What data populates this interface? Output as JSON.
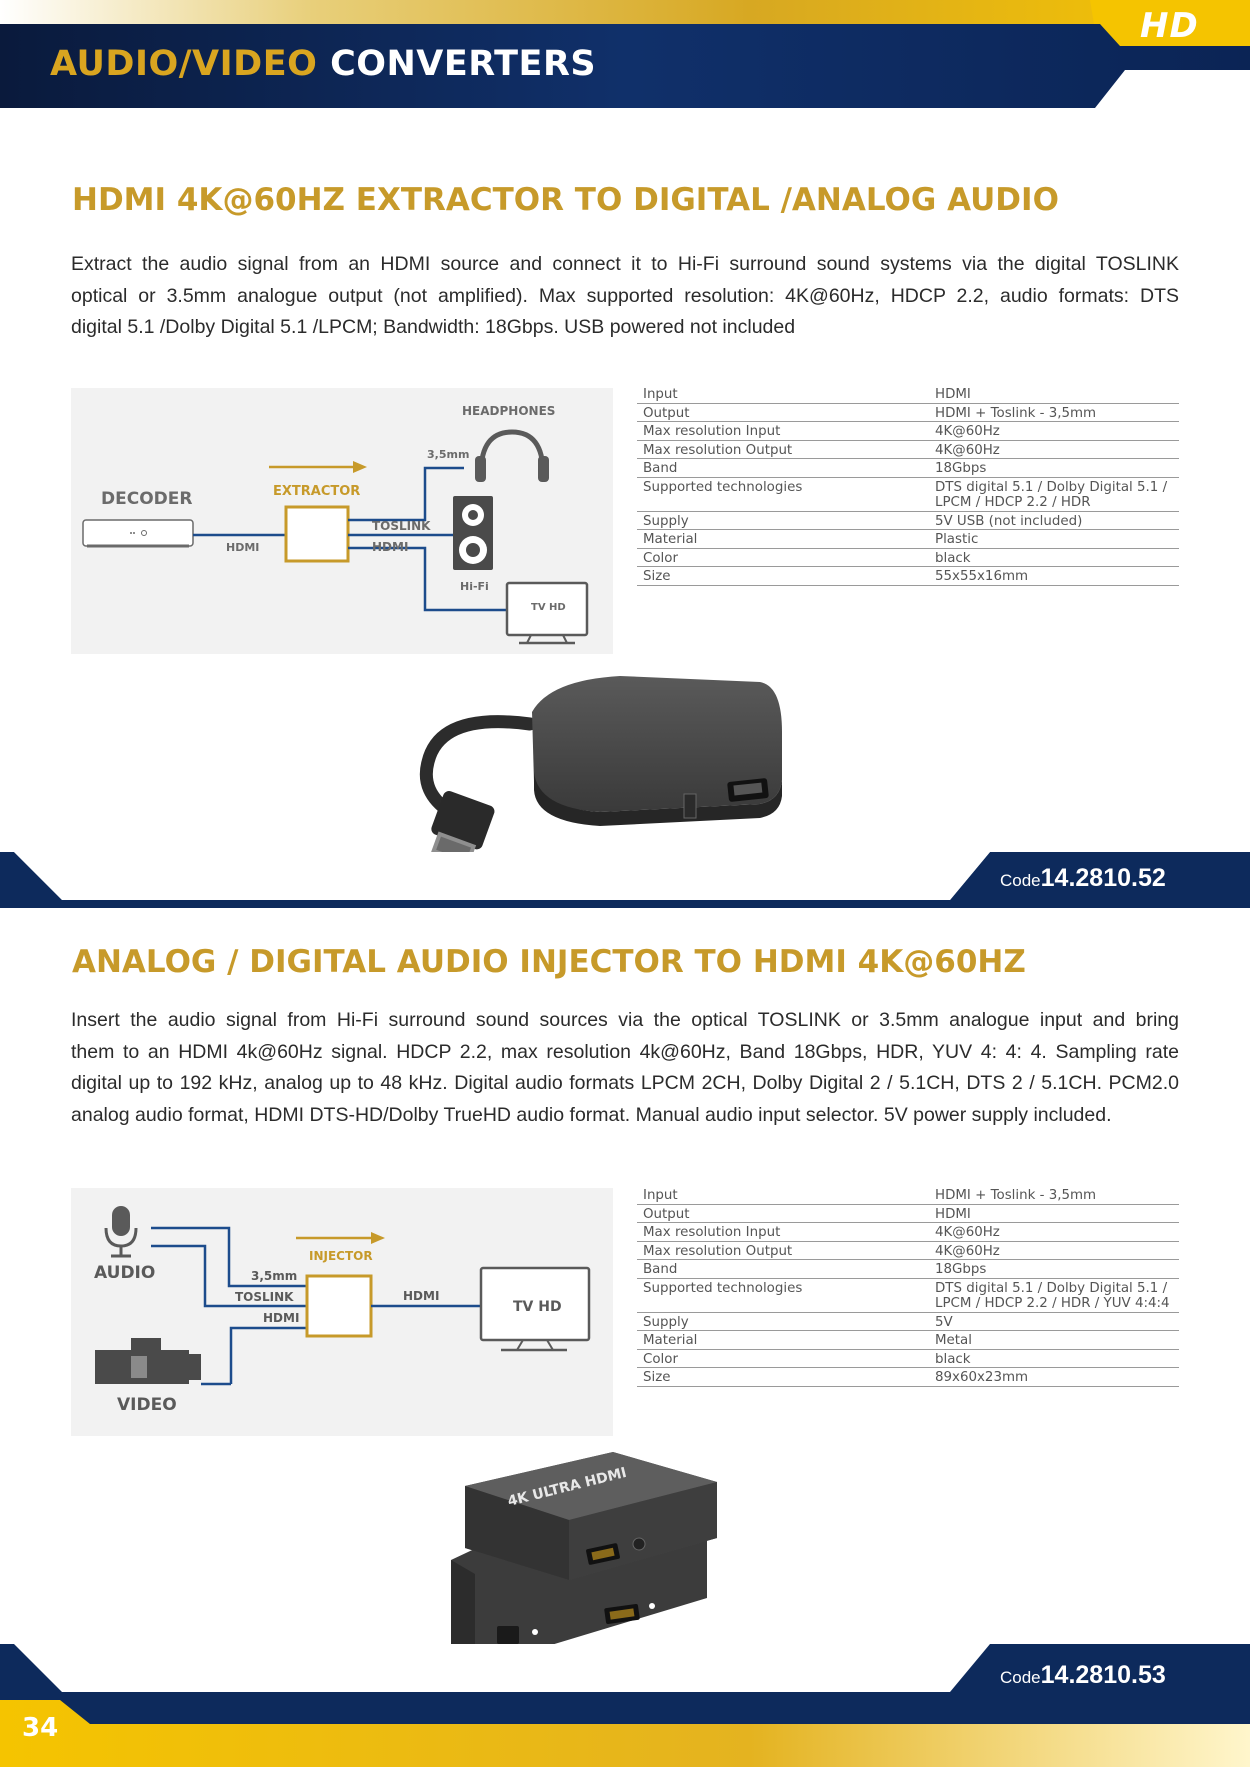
{
  "header": {
    "title_gold": "AUDIO/VIDEO",
    "title_white": "CONVERTERS",
    "logo": "HD"
  },
  "products": [
    {
      "title": "HDMI 4K@60HZ EXTRACTOR TO DIGITAL /ANALOG AUDIO",
      "description_lines": [
        "Extract the audio signal from an HDMI source and connect it to Hi-Fi surround sound systems via the digital TOSLINK",
        "optical or 3.5mm analogue output (not amplified). Max supported resolution: 4K@60Hz, HDCP 2.2, audio formats: DTS",
        "digital 5.1 /Dolby Digital 5.1 /LPCM; Bandwidth: 18Gbps. USB powered not included"
      ],
      "diagram": {
        "decoder": "DECODER",
        "extractor": "EXTRACTOR",
        "hdmi_in": "HDMI",
        "toslink": "TOSLINK",
        "hdmi_out": "HDMI",
        "mm": "3,5mm",
        "headphones": "HEADPHONES",
        "hifi": "Hi-Fi",
        "tv": "TV HD"
      },
      "specs": [
        {
          "k": "Input",
          "v": "HDMI"
        },
        {
          "k": "Output",
          "v": "HDMI + Toslink - 3,5mm"
        },
        {
          "k": "Max resolution Input",
          "v": "4K@60Hz"
        },
        {
          "k": "Max resolution Output",
          "v": "4K@60Hz"
        },
        {
          "k": "Band",
          "v": "18Gbps"
        },
        {
          "k": "Supported technologies",
          "v1": "DTS digital 5.1 / Dolby Digital 5.1 /",
          "v2": "LPCM / HDCP 2.2 / HDR"
        },
        {
          "k": "Supply",
          "v": "5V USB (not included)"
        },
        {
          "k": "Material",
          "v": "Plastic"
        },
        {
          "k": "Color",
          "v": "black"
        },
        {
          "k": "Size",
          "v": "55x55x16mm"
        }
      ],
      "code_label": "Code",
      "code": "14.2810.52"
    },
    {
      "title": "ANALOG / DIGITAL AUDIO INJECTOR TO HDMI 4K@60HZ",
      "description_lines": [
        "Insert the audio signal from Hi-Fi surround sound sources via the optical TOSLINK or 3.5mm analogue input and bring",
        "them to an HDMI 4k@60Hz signal. HDCP 2.2, max resolution 4k@60Hz, Band 18Gbps, HDR, YUV 4: 4: 4. Sampling rate",
        "digital up to 192 kHz, analog up to 48 kHz. Digital audio formats LPCM 2CH, Dolby Digital 2 / 5.1CH, DTS 2 / 5.1CH. PCM2.0",
        "analog audio format, HDMI DTS-HD/Dolby TrueHD audio format. Manual audio input selector. 5V power supply included."
      ],
      "diagram": {
        "audio": "AUDIO",
        "video": "VIDEO",
        "injector": "INJECTOR",
        "mm": "3,5mm",
        "toslink": "TOSLINK",
        "hdmi_in": "HDMI",
        "hdmi_out": "HDMI",
        "tv": "TV HD"
      },
      "specs": [
        {
          "k": "Input",
          "v": "HDMI + Toslink - 3,5mm"
        },
        {
          "k": "Output",
          "v": "HDMI"
        },
        {
          "k": "Max resolution Input",
          "v": "4K@60Hz"
        },
        {
          "k": "Max resolution Output",
          "v": "4K@60Hz"
        },
        {
          "k": "Band",
          "v": "18Gbps"
        },
        {
          "k": "Supported technologies",
          "v1": "DTS digital 5.1 /  Dolby Digital 5.1 /",
          "v2": "LPCM / HDCP 2.2 / HDR / YUV 4:4:4"
        },
        {
          "k": "Supply",
          "v": "5V"
        },
        {
          "k": "Material",
          "v": "Metal"
        },
        {
          "k": "Color",
          "v": "black"
        },
        {
          "k": "Size",
          "v": "89x60x23mm"
        }
      ],
      "device_label": "4K ULTRA HDMI",
      "code_label": "Code",
      "code": "14.2810.53"
    }
  ],
  "page_number": "34",
  "colors": {
    "navy": "#0d2a5c",
    "gold": "#c79a2a",
    "yellow": "#f5c400"
  }
}
